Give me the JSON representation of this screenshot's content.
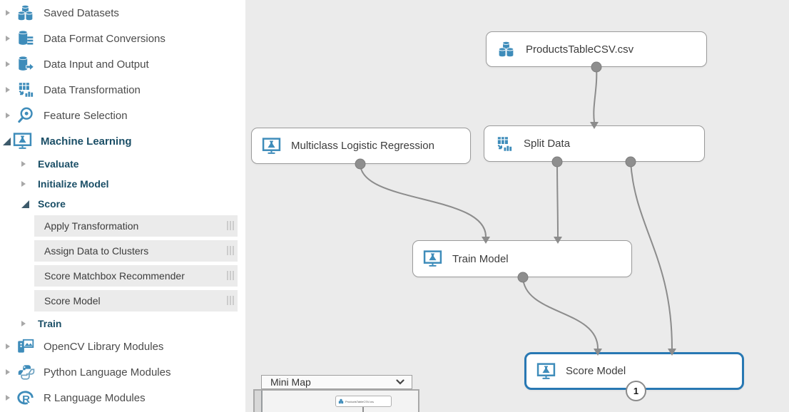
{
  "sidebar": {
    "items": [
      {
        "label": "Saved Datasets",
        "icon": "saved-datasets-icon",
        "state": "collapsed",
        "level": 0
      },
      {
        "label": "Data Format Conversions",
        "icon": "data-format-conversions-icon",
        "state": "collapsed",
        "level": 0
      },
      {
        "label": "Data Input and Output",
        "icon": "data-input-output-icon",
        "state": "collapsed",
        "level": 0
      },
      {
        "label": "Data Transformation",
        "icon": "data-transformation-icon",
        "state": "collapsed",
        "level": 0
      },
      {
        "label": "Feature Selection",
        "icon": "feature-selection-icon",
        "state": "collapsed",
        "level": 0
      },
      {
        "label": "Machine Learning",
        "icon": "machine-learning-icon",
        "state": "expanded",
        "level": 0
      },
      {
        "label": "Evaluate",
        "state": "collapsed",
        "level": 1
      },
      {
        "label": "Initialize Model",
        "state": "collapsed",
        "level": 1
      },
      {
        "label": "Score",
        "state": "expanded",
        "level": 1
      },
      {
        "label": "Apply Transformation",
        "level": 2,
        "type": "module"
      },
      {
        "label": "Assign Data to Clusters",
        "level": 2,
        "type": "module"
      },
      {
        "label": "Score Matchbox Recommender",
        "level": 2,
        "type": "module"
      },
      {
        "label": "Score Model",
        "level": 2,
        "type": "module"
      },
      {
        "label": "Train",
        "state": "collapsed",
        "level": 1
      },
      {
        "label": "OpenCV Library Modules",
        "icon": "opencv-icon",
        "state": "collapsed",
        "level": 0
      },
      {
        "label": "Python Language Modules",
        "icon": "python-icon",
        "state": "collapsed",
        "level": 0
      },
      {
        "label": "R Language Modules",
        "icon": "r-icon",
        "state": "collapsed",
        "level": 0
      }
    ]
  },
  "canvas": {
    "nodes": [
      {
        "label": "ProductsTableCSV.csv",
        "icon": "dataset-icon",
        "selected": false
      },
      {
        "label": "Multiclass Logistic Regression",
        "icon": "ml-module-icon",
        "selected": false
      },
      {
        "label": "Split Data",
        "icon": "transformation-icon",
        "selected": false
      },
      {
        "label": "Train Model",
        "icon": "ml-module-icon",
        "selected": false
      },
      {
        "label": "Score Model",
        "icon": "ml-module-icon",
        "selected": true,
        "badge": "1"
      }
    ]
  },
  "minimap": {
    "title": "Mini Map",
    "node_label": "ProductsTableCSV.csv"
  },
  "colors": {
    "icon_blue": "#3e8cba",
    "selected_border": "#2878b3",
    "canvas_bg": "#ebebeb",
    "connector_gray": "#8c8c8c",
    "subitem_text": "#1a4e66"
  }
}
